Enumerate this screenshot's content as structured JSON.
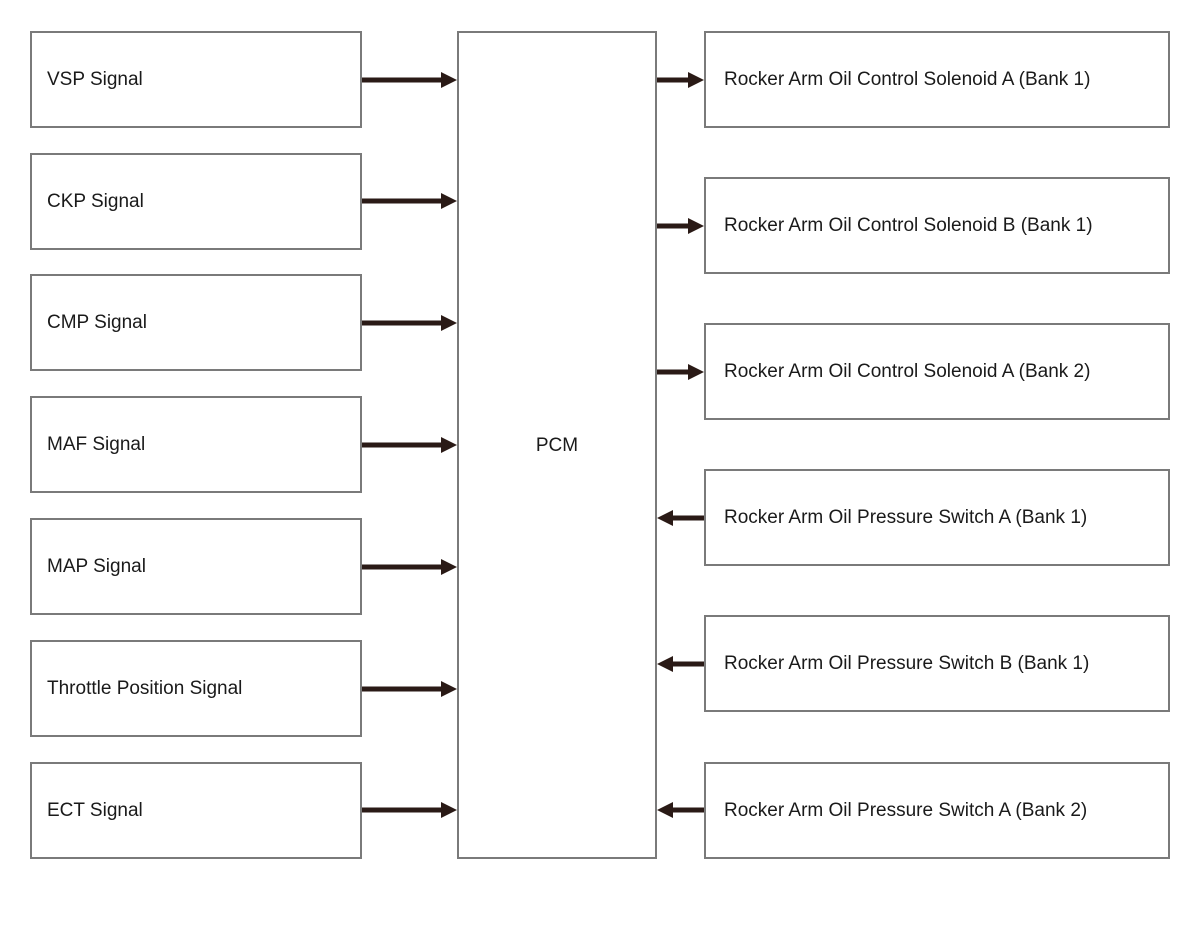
{
  "inputs": [
    {
      "label": "VSP Signal"
    },
    {
      "label": "CKP Signal"
    },
    {
      "label": "CMP Signal"
    },
    {
      "label": "MAF Signal"
    },
    {
      "label": "MAP Signal"
    },
    {
      "label": "Throttle Position Signal"
    },
    {
      "label": "ECT Signal"
    }
  ],
  "pcm": {
    "label": "PCM"
  },
  "outputs": [
    {
      "label": "Rocker Arm Oil Control Solenoid A (Bank 1)",
      "direction": "from-pcm"
    },
    {
      "label": "Rocker Arm Oil Control Solenoid B (Bank 1)",
      "direction": "from-pcm"
    },
    {
      "label": "Rocker Arm Oil Control Solenoid A (Bank 2)",
      "direction": "from-pcm"
    },
    {
      "label": "Rocker Arm Oil Pressure Switch A (Bank 1)",
      "direction": "to-pcm"
    },
    {
      "label": "Rocker Arm Oil Pressure Switch B (Bank 1)",
      "direction": "to-pcm"
    },
    {
      "label": "Rocker Arm Oil Pressure Switch A (Bank 2)",
      "direction": "to-pcm"
    }
  ],
  "colors": {
    "arrow": "#2a1a16",
    "border": "#7a7a7a"
  }
}
